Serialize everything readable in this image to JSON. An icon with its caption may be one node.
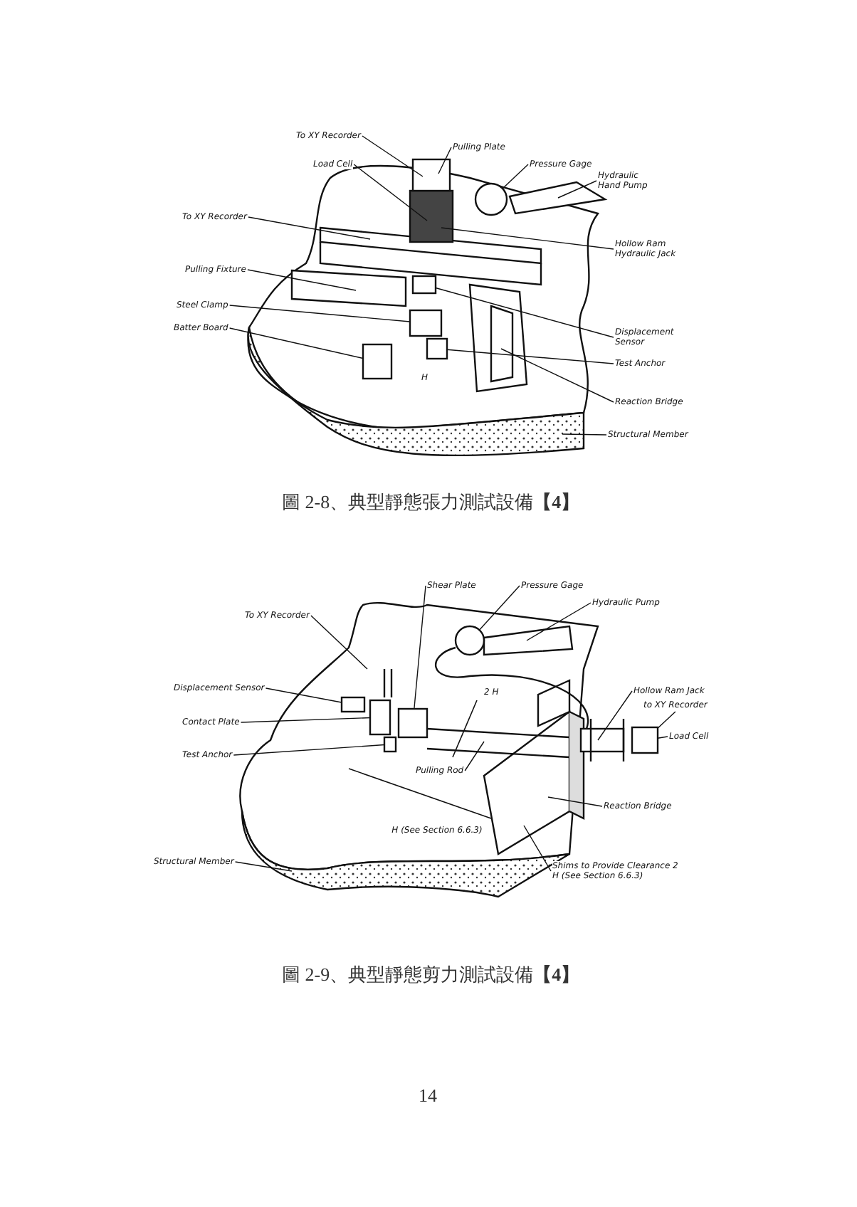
{
  "diagram": {
    "nodes": [
      {
        "text": [
          "To XY Recorder"
        ]
      },
      {
        "text": [
          "Pulling Plate"
        ]
      },
      {
        "text": [
          "Load Cell"
        ]
      },
      {
        "text": [
          "Pressure Gage"
        ]
      },
      {
        "text": [
          "Hydraulic Hand Pump"
        ]
      },
      {
        "text": [
          "To XY Recorder"
        ]
      },
      {
        "text": [
          "Hollow Ram Hydraulic Jack"
        ]
      },
      {
        "text": [
          "Pulling Fixture"
        ]
      },
      {
        "text": [
          "Steel Clamp"
        ]
      },
      {
        "text": [
          "Batter Board"
        ]
      },
      {
        "text": [
          "Displacement Sensor"
        ]
      },
      {
        "text": [
          "Test Anchor"
        ]
      },
      {
        "text": [
          "Reaction Bridge"
        ]
      },
      {
        "text": [
          "Structural Member"
        ]
      },
      {
        "text": [
          "To XY Recorder"
        ]
      },
      {
        "text": [
          "Shear Plate"
        ]
      },
      {
        "text": [
          "Pressure Gage"
        ]
      },
      {
        "text": [
          "Hydraulic Pump"
        ]
      },
      {
        "text": [
          "Displacement Sensor"
        ]
      },
      {
        "text": [
          "Contact Plate"
        ]
      },
      {
        "text": [
          "Hollow Ram Jack"
        ]
      },
      {
        "text": [
          "to XY Recorder"
        ]
      },
      {
        "text": [
          "Test Anchor"
        ]
      },
      {
        "text": [
          "Load Cell"
        ]
      },
      {
        "text": [
          "Pulling Rod"
        ]
      },
      {
        "text": [
          "Reaction Bridge"
        ]
      },
      {
        "text": [
          "Structural Member"
        ]
      },
      {
        "text": [
          "Shims to Provide Clearance 2 H (See Section 6.6.3)"
        ]
      },
      {
        "text": [],
        "shape": "circle"
      },
      {
        "text": [],
        "shape": "box"
      },
      {
        "text": [],
        "shape": "box"
      },
      {
        "text": [],
        "shape": "box"
      },
      {
        "text": [],
        "shape": "box"
      },
      {
        "text": [],
        "shape": "box"
      },
      {
        "text": [],
        "shape": "circle"
      },
      {
        "text": [],
        "shape": "box"
      },
      {
        "text": [],
        "shape": "box"
      },
      {
        "text": [],
        "shape": "box"
      },
      {
        "text": [],
        "shape": "box"
      }
    ],
    "edges": [
      {
        "from": 0,
        "to": null,
        "arrow": "none"
      },
      {
        "from": 1,
        "to": null,
        "arrow": "none"
      },
      {
        "from": 2,
        "to": null,
        "arrow": "none"
      },
      {
        "from": 3,
        "to": 28,
        "arrow": "none"
      },
      {
        "from": 4,
        "to": null,
        "arrow": "none"
      },
      {
        "from": 5,
        "to": null,
        "arrow": "none"
      },
      {
        "from": 6,
        "to": null,
        "arrow": "none"
      },
      {
        "from": 7,
        "to": null,
        "arrow": "none"
      },
      {
        "from": 8,
        "to": 29,
        "arrow": "none"
      },
      {
        "from": 9,
        "to": 30,
        "arrow": "none"
      },
      {
        "from": 10,
        "to": 31,
        "arrow": "none"
      },
      {
        "from": 11,
        "to": 32,
        "arrow": "none"
      },
      {
        "from": 12,
        "to": null,
        "arrow": "none"
      },
      {
        "from": 13,
        "to": null,
        "arrow": "none"
      },
      {
        "from": 14,
        "to": null,
        "arrow": "none"
      },
      {
        "from": 15,
        "to": 33,
        "arrow": "none"
      },
      {
        "from": 16,
        "to": 34,
        "arrow": "none"
      },
      {
        "from": 17,
        "to": null,
        "arrow": "none"
      },
      {
        "from": 18,
        "to": 35,
        "arrow": "none"
      },
      {
        "from": 19,
        "to": 36,
        "arrow": "none"
      },
      {
        "from": 20,
        "to": null,
        "arrow": "none"
      },
      {
        "from": 21,
        "to": 38,
        "arrow": "none"
      },
      {
        "from": 22,
        "to": 37,
        "arrow": "none"
      },
      {
        "from": 23,
        "to": 38,
        "arrow": "none"
      },
      {
        "from": 24,
        "to": null,
        "arrow": "none"
      },
      {
        "from": 25,
        "to": null,
        "arrow": "none"
      },
      {
        "from": 26,
        "to": null,
        "arrow": "none"
      },
      {
        "from": 27,
        "to": null,
        "arrow": "none"
      }
    ],
    "labels": [
      "H",
      "圖 2-8、典型靜態張力測試設備**【4】**",
      "2 H",
      "H (See Section 6.6.3)",
      "圖 2-9、典型靜態剪力測試設備**【4】**",
      "14"
    ]
  }
}
